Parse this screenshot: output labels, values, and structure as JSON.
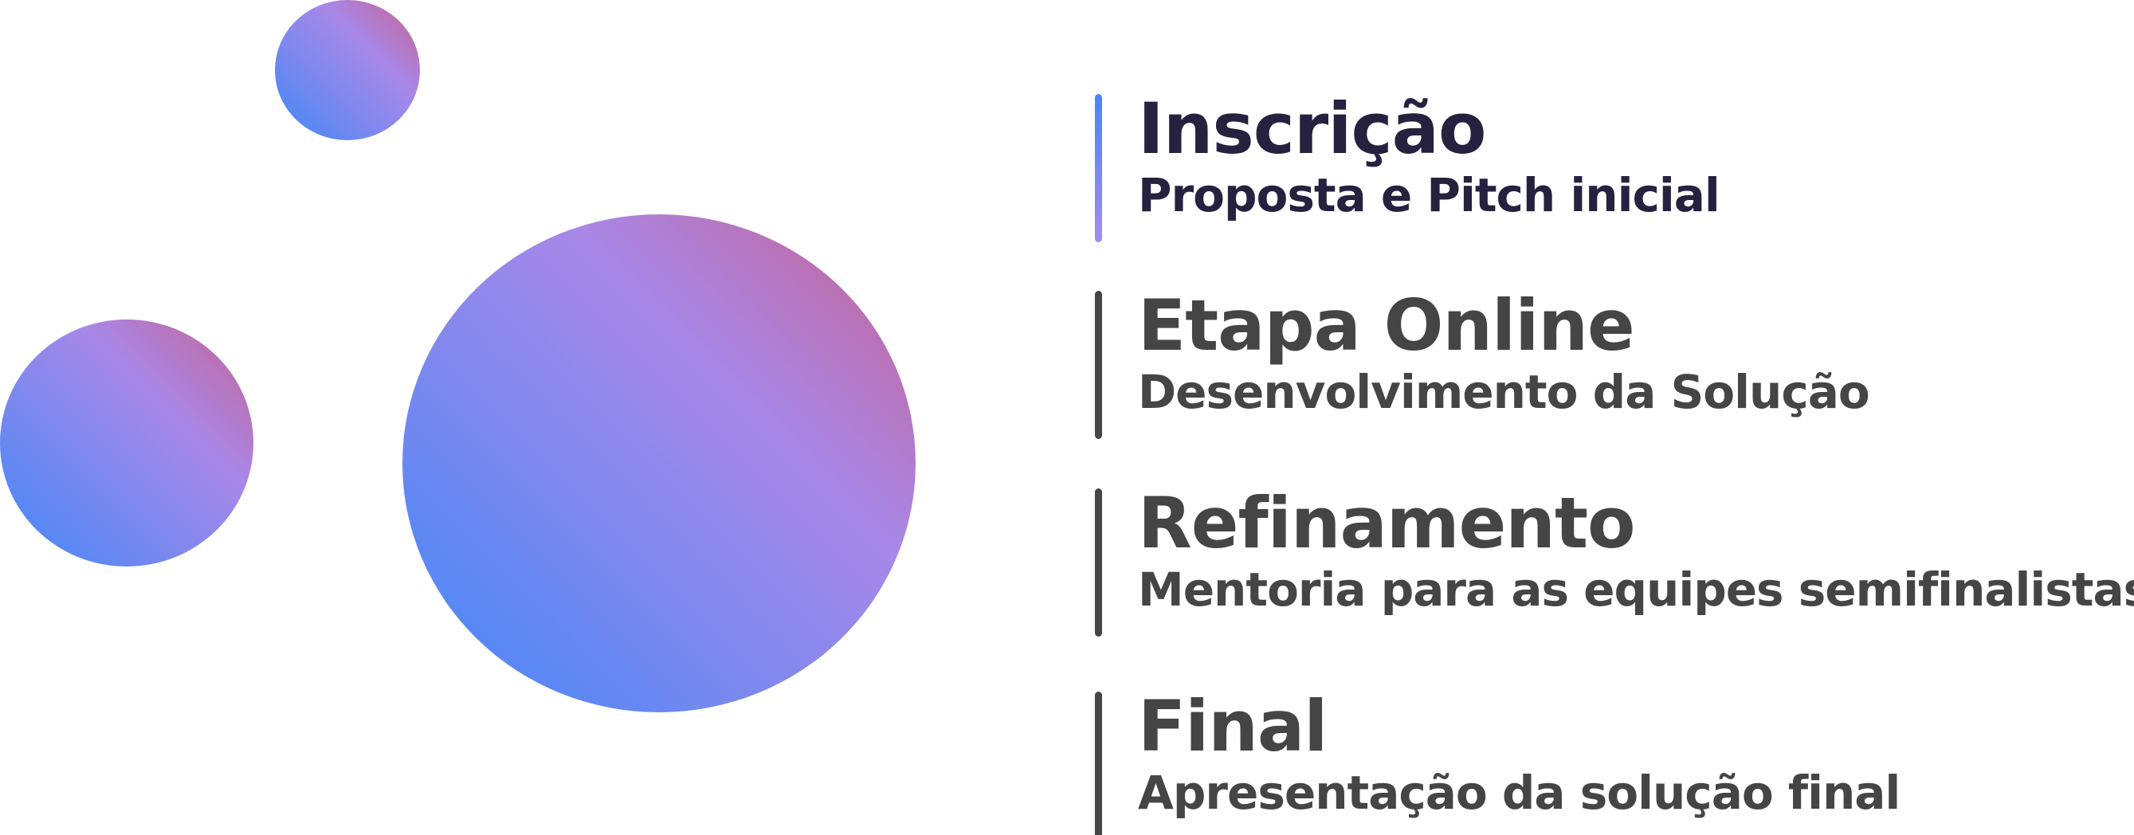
{
  "colors": {
    "active_text": "#26213f",
    "inactive_text": "#454545",
    "gradient_blue": "#3f88f8",
    "gradient_purple": "#a888e8",
    "gradient_pink": "#c8608f"
  },
  "steps": [
    {
      "title": "Inscrição",
      "subtitle": "Proposta e Pitch inicial",
      "active": true
    },
    {
      "title": "Etapa Online",
      "subtitle": "Desenvolvimento da Solução",
      "active": false
    },
    {
      "title": "Refinamento",
      "subtitle": "Mentoria para as equipes semifinalistas",
      "active": false
    },
    {
      "title": "Final",
      "subtitle": "Apresentação da solução final",
      "active": false
    }
  ]
}
